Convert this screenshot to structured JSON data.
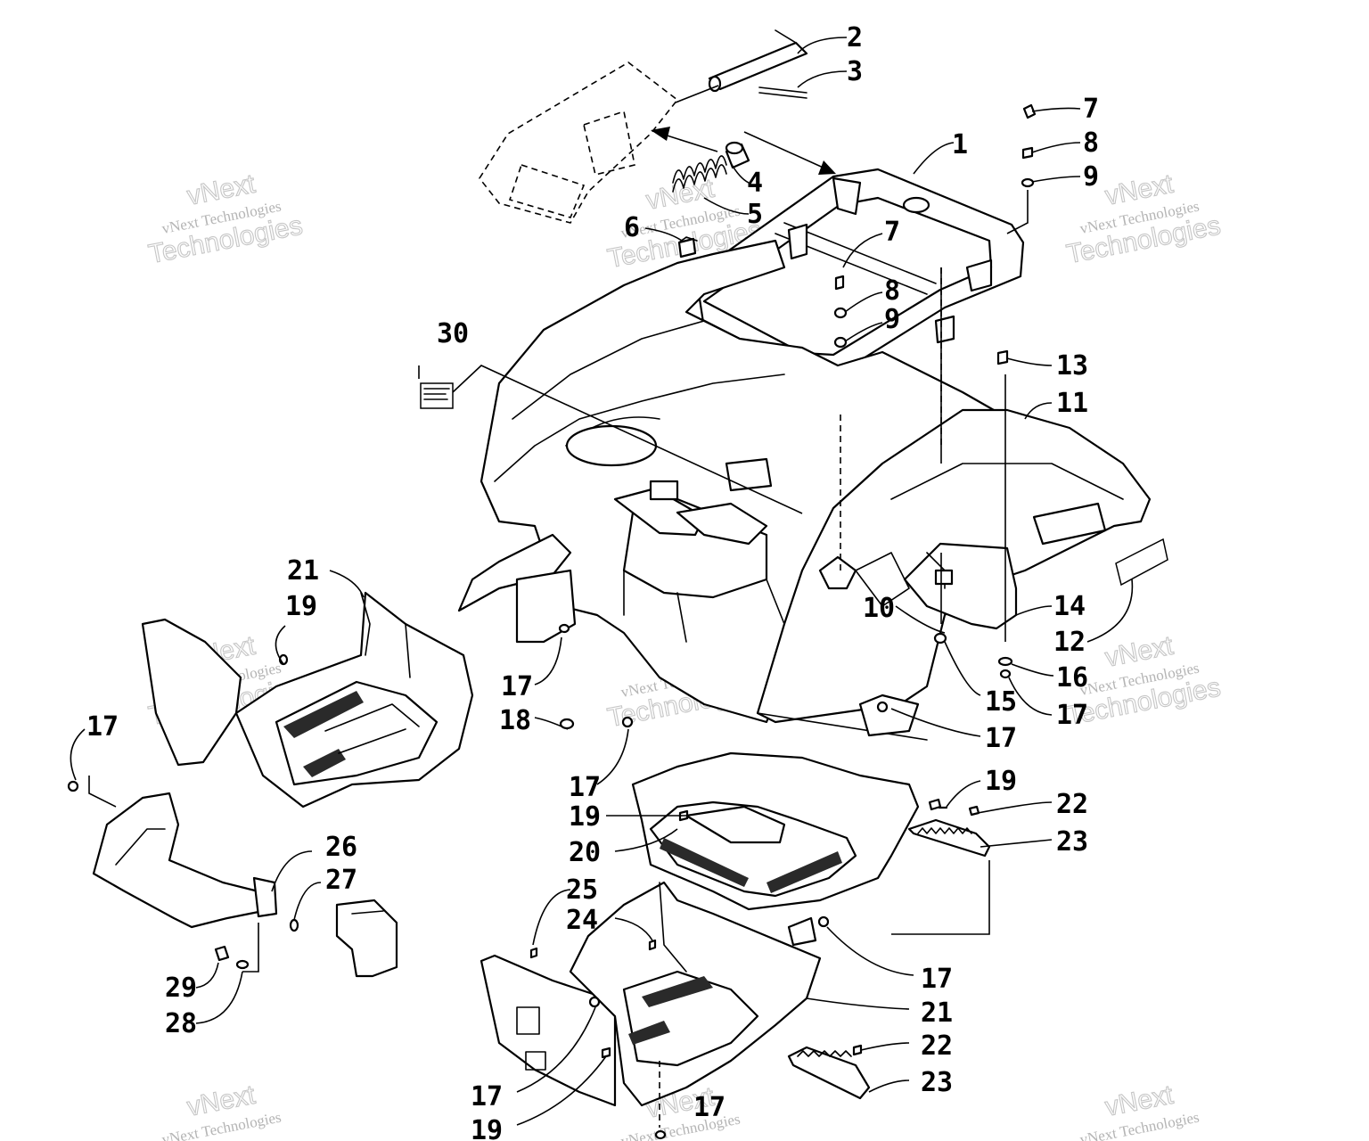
{
  "diagram": {
    "callouts": [
      "1",
      "2",
      "3",
      "4",
      "5",
      "6",
      "7",
      "8",
      "9",
      "10",
      "11",
      "12",
      "13",
      "14",
      "15",
      "16",
      "17",
      "18",
      "19",
      "20",
      "21",
      "22",
      "23",
      "24",
      "25",
      "26",
      "27",
      "28",
      "29",
      "30"
    ],
    "watermark": {
      "line1": "vNext",
      "line2": "vNext Technologies",
      "line3": "Technologies"
    }
  }
}
